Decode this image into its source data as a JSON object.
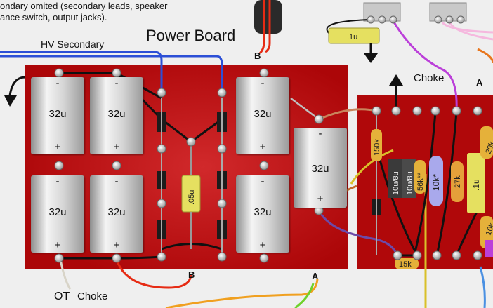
{
  "notes": {
    "line1": "ondary omited (secondary leads, speaker",
    "line2": "ance switch, output jacks)."
  },
  "title": "Power Board",
  "hv_secondary": "HV Secondary",
  "labels": {
    "ot": "OT",
    "choke_bottom": "Choke",
    "choke_top": "Choke",
    "b_top": "B",
    "b_bottom": "B",
    "a_bottom": "A",
    "a_edge": "A"
  },
  "caps": [
    {
      "value": "32u",
      "minus": "-",
      "plus": "+"
    },
    {
      "value": "32u",
      "minus": "-",
      "plus": "+"
    },
    {
      "value": "32u",
      "minus": "-",
      "plus": "+"
    },
    {
      "value": "32u",
      "minus": "-",
      "plus": "+"
    },
    {
      "value": "32u",
      "minus": "-",
      "plus": "+"
    },
    {
      "value": "32u",
      "minus": "-",
      "plus": "+"
    },
    {
      "value": "32u",
      "minus": "-",
      "plus": "+"
    }
  ],
  "components": {
    "film_cap_power": ".05u",
    "film_cap_top": ".1u",
    "res_150k": "150k",
    "cap_10u8u_a": "10u/8u",
    "cap_10u8u_b": "10u/8u",
    "res_56k": "56k**",
    "cap_10k": "10k*",
    "res_27k": "27k",
    "cap_1u": ".1u",
    "res_15k": "15k",
    "res_edge_1": "20k",
    "res_edge_2": "10k"
  },
  "colors": {
    "board": "#b5080b",
    "wire_blue": "#2c4fd6",
    "wire_red": "#e62b14",
    "wire_black": "#111111",
    "wire_orange": "#f0a020",
    "wire_purple": "#bb3fd9",
    "wire_green": "#6fd12a",
    "wire_tan": "#c9845c"
  }
}
